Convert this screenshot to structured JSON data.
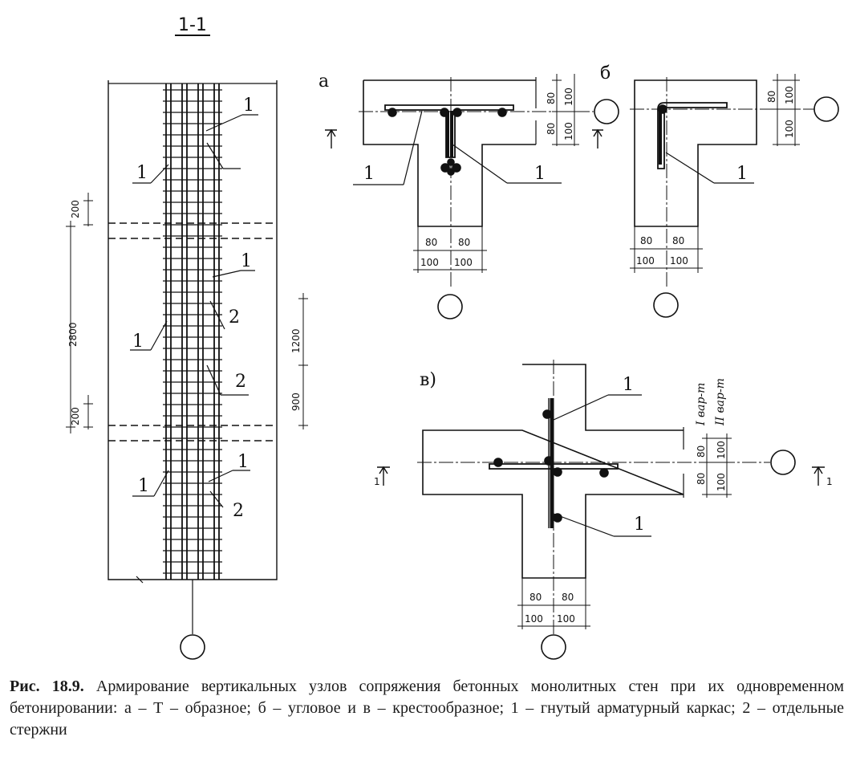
{
  "figure": {
    "section_mark": "1-1",
    "variant_a": "а",
    "variant_b": "б",
    "variant_c": "в)",
    "callout_1": "1",
    "callout_2": "2",
    "dims": {
      "d200": "200",
      "d2800": "2800",
      "d1200": "1200",
      "d900": "900",
      "d80": "80",
      "d100": "100"
    },
    "variant_labels": {
      "var1": "I вар-т",
      "var2": "II вар-т"
    },
    "section_arrow": "1"
  },
  "caption": {
    "label": "Рис. 18.9.",
    "text": "Армирование вертикальных узлов сопряжения бетонных монолитных стен при их одновременном бетонировании: а – Т – образное; б – угловое и в – крестообразное; 1 – гнутый арматурный каркас; 2 – отдельные стержни"
  }
}
